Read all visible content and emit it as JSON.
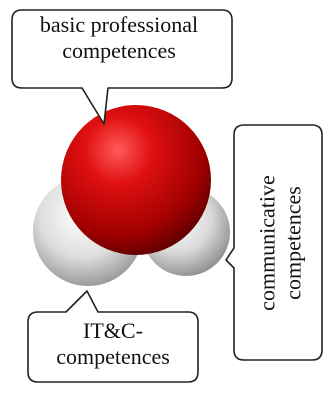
{
  "callouts": {
    "top": {
      "lines": [
        "basic professional",
        "competences"
      ]
    },
    "right": {
      "lines": [
        "communicative",
        "competences"
      ]
    },
    "bottom": {
      "lines": [
        "IT&C-",
        "competences"
      ]
    }
  },
  "colors": {
    "oxygen": "#cc0000",
    "hydrogen": "#dcdcdc",
    "callout_stroke": "#222222"
  }
}
